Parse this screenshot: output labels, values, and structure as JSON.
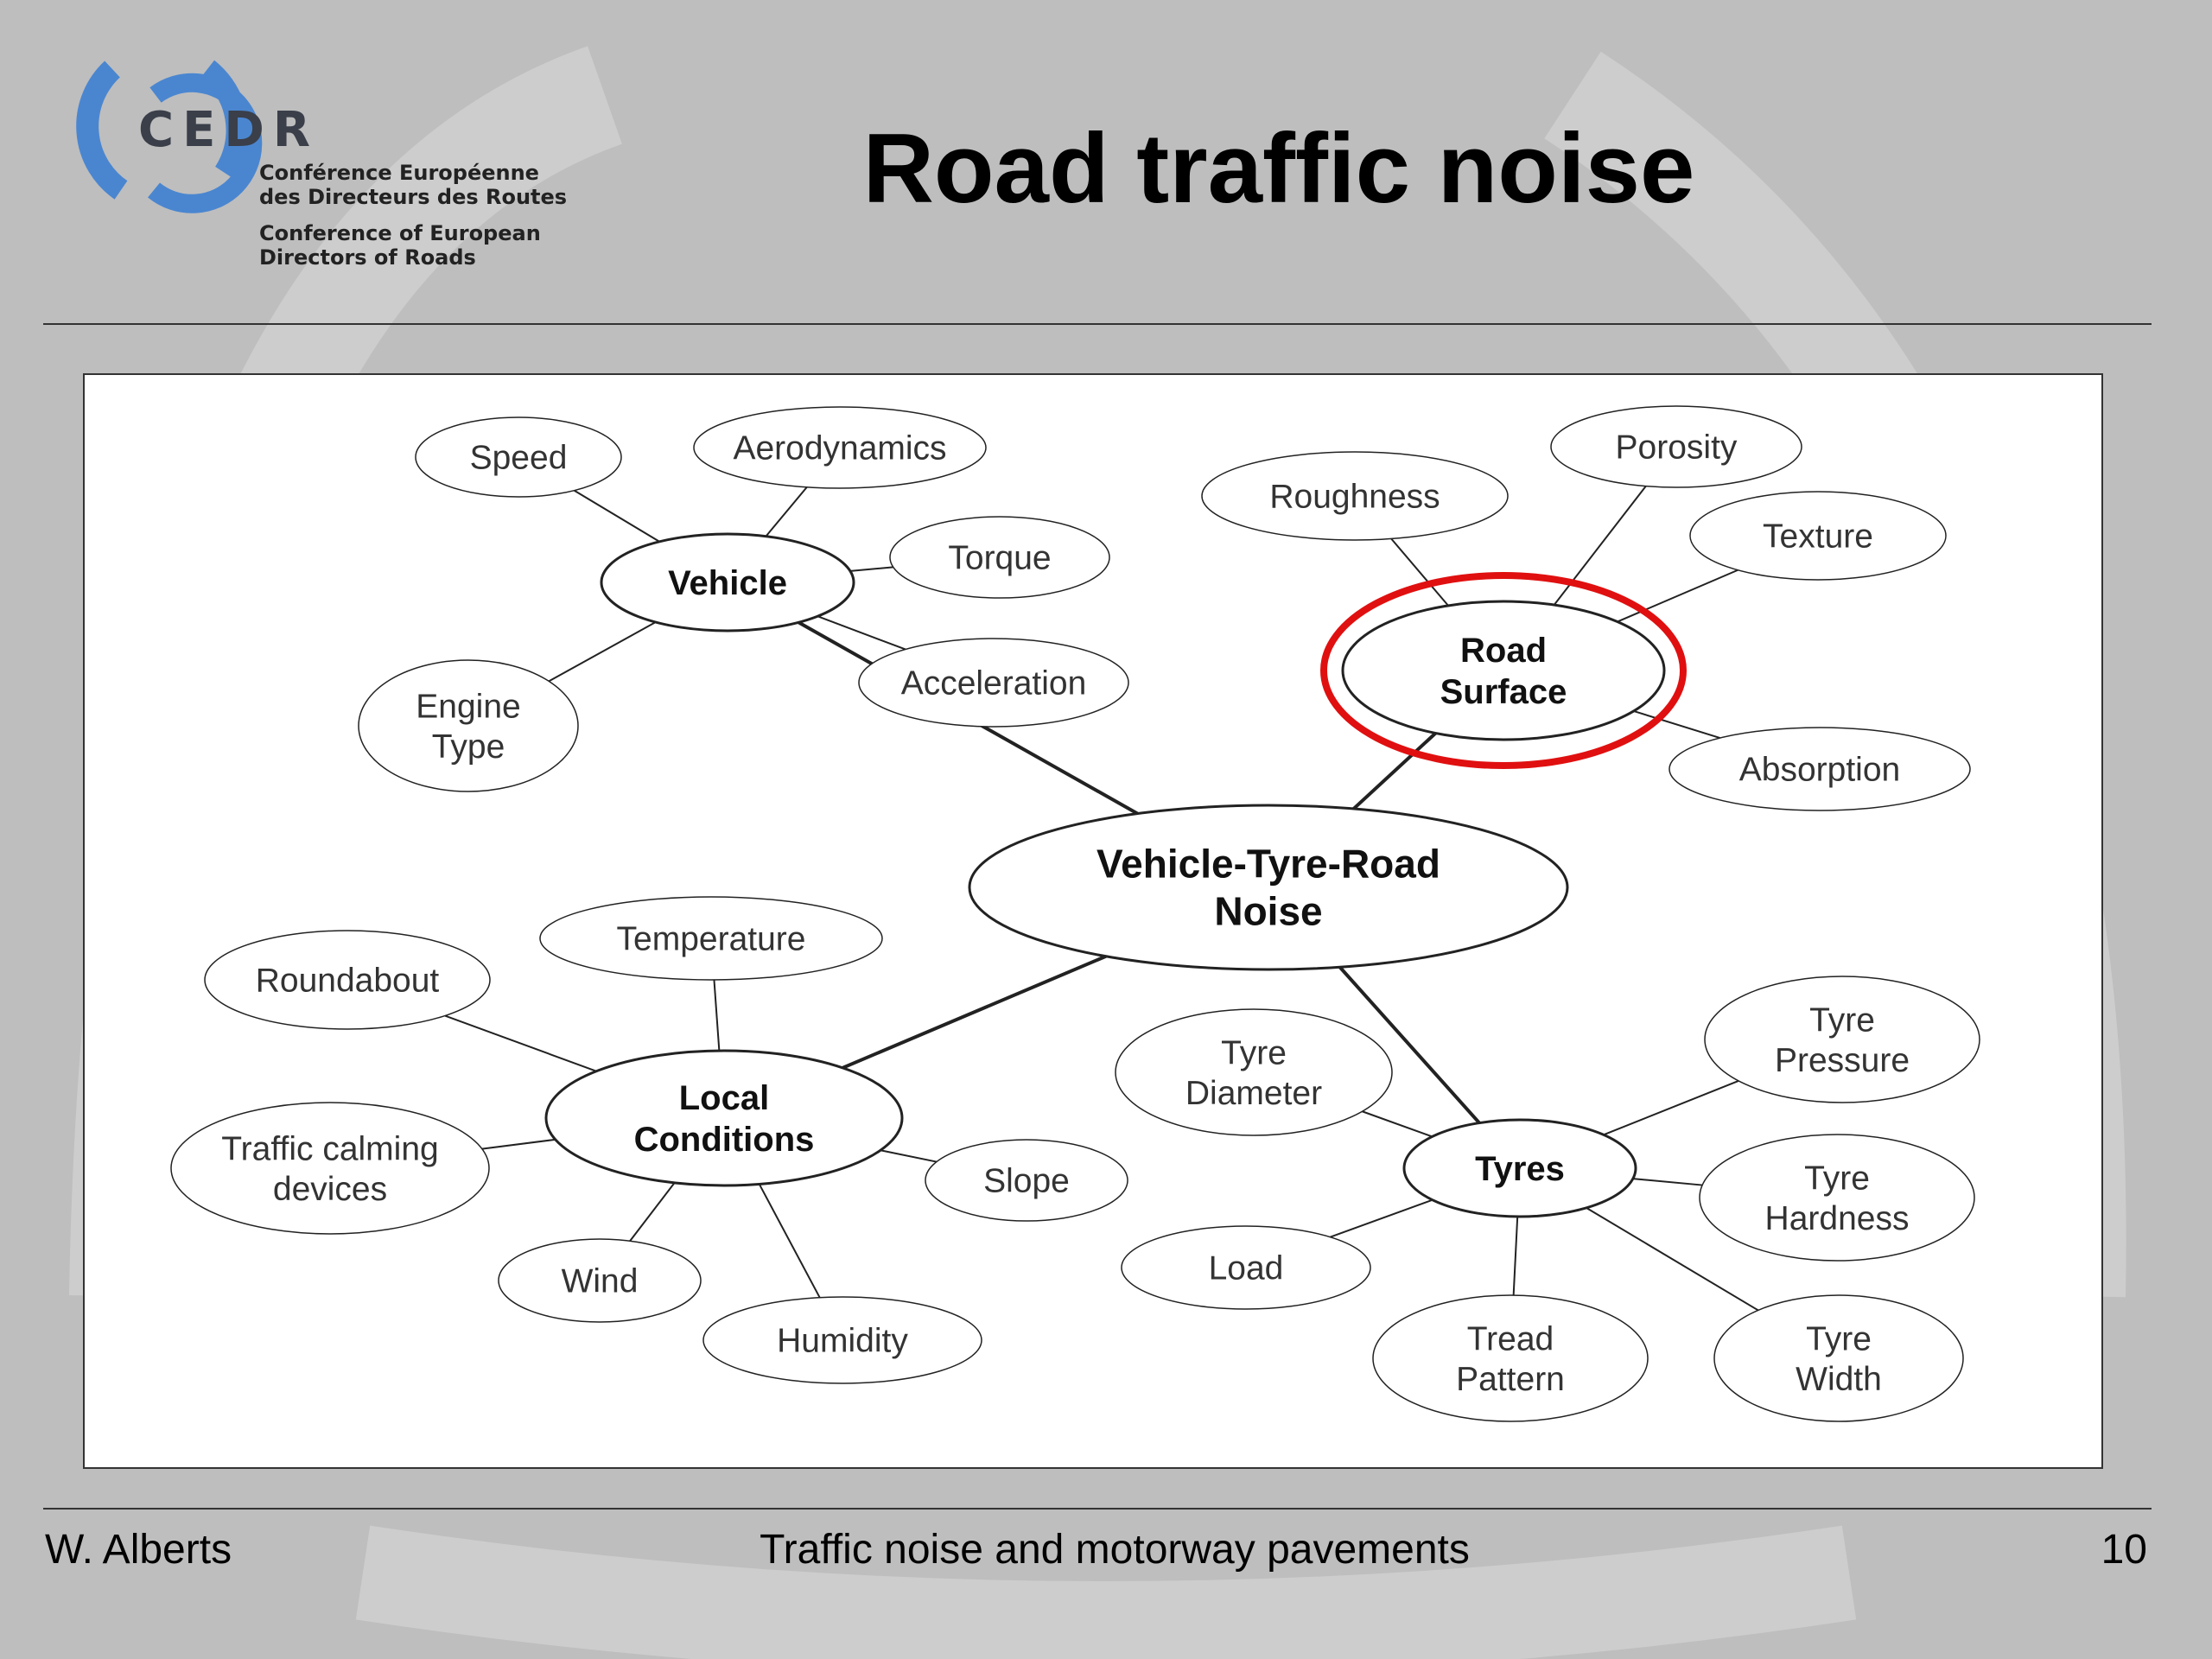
{
  "header": {
    "logo_word": "CEDR",
    "logo_line_fr_1": "Conférence Européenne",
    "logo_line_fr_2": "des Directeurs des Routes",
    "logo_line_en_1": "Conference of European",
    "logo_line_en_2": "Directors of Roads",
    "title": "Road traffic noise"
  },
  "footer": {
    "author": "W. Alberts",
    "subject": "Traffic noise and motorway pavements",
    "page": "10"
  },
  "colors": {
    "background": "#bebebe",
    "highlight_ring": "#e01010",
    "logo_blue": "#4a86d0"
  },
  "diagram": {
    "center": {
      "id": "vtr",
      "lines": [
        "Vehicle-Tyre-Road",
        "Noise"
      ]
    },
    "categories": [
      {
        "id": "vehicle",
        "lines": [
          "Vehicle"
        ]
      },
      {
        "id": "road-surface",
        "lines": [
          "Road",
          "Surface"
        ],
        "highlighted": true
      },
      {
        "id": "local-conditions",
        "lines": [
          "Local",
          "Conditions"
        ]
      },
      {
        "id": "tyres",
        "lines": [
          "Tyres"
        ]
      }
    ],
    "leaves": [
      {
        "id": "speed",
        "parent": "vehicle",
        "lines": [
          "Speed"
        ]
      },
      {
        "id": "aerodynamics",
        "parent": "vehicle",
        "lines": [
          "Aerodynamics"
        ]
      },
      {
        "id": "torque",
        "parent": "vehicle",
        "lines": [
          "Torque"
        ]
      },
      {
        "id": "acceleration",
        "parent": "vehicle",
        "lines": [
          "Acceleration"
        ]
      },
      {
        "id": "engine-type",
        "parent": "vehicle",
        "lines": [
          "Engine",
          "Type"
        ]
      },
      {
        "id": "roughness",
        "parent": "road-surface",
        "lines": [
          "Roughness"
        ]
      },
      {
        "id": "porosity",
        "parent": "road-surface",
        "lines": [
          "Porosity"
        ]
      },
      {
        "id": "texture",
        "parent": "road-surface",
        "lines": [
          "Texture"
        ]
      },
      {
        "id": "absorption",
        "parent": "road-surface",
        "lines": [
          "Absorption"
        ]
      },
      {
        "id": "temperature",
        "parent": "local-conditions",
        "lines": [
          "Temperature"
        ]
      },
      {
        "id": "roundabout",
        "parent": "local-conditions",
        "lines": [
          "Roundabout"
        ]
      },
      {
        "id": "traffic-calming",
        "parent": "local-conditions",
        "lines": [
          "Traffic calming",
          "devices"
        ]
      },
      {
        "id": "wind",
        "parent": "local-conditions",
        "lines": [
          "Wind"
        ]
      },
      {
        "id": "humidity",
        "parent": "local-conditions",
        "lines": [
          "Humidity"
        ]
      },
      {
        "id": "slope",
        "parent": "local-conditions",
        "lines": [
          "Slope"
        ]
      },
      {
        "id": "tyre-diameter",
        "parent": "tyres",
        "lines": [
          "Tyre",
          "Diameter"
        ]
      },
      {
        "id": "load",
        "parent": "tyres",
        "lines": [
          "Load"
        ]
      },
      {
        "id": "tread-pattern",
        "parent": "tyres",
        "lines": [
          "Tread",
          "Pattern"
        ]
      },
      {
        "id": "tyre-width",
        "parent": "tyres",
        "lines": [
          "Tyre",
          "Width"
        ]
      },
      {
        "id": "tyre-hardness",
        "parent": "tyres",
        "lines": [
          "Tyre",
          "Hardness"
        ]
      },
      {
        "id": "tyre-pressure",
        "parent": "tyres",
        "lines": [
          "Tyre",
          "Pressure"
        ]
      }
    ]
  }
}
